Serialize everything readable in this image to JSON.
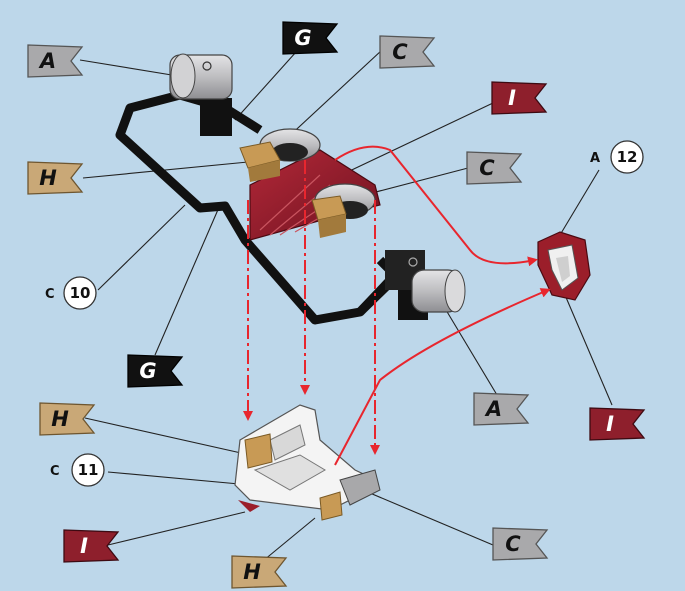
{
  "colors": {
    "background": "#bdd7ea",
    "flag_gray": "#a9a9ab",
    "flag_black": "#111111",
    "flag_tan": "#c9a877",
    "flag_red": "#8e1f2c",
    "arrow_red": "#e8262e",
    "part_red": "#9b1e2a",
    "part_gray": "#c9c9cb",
    "part_tan": "#c89a55",
    "part_white": "#f4f4f4"
  },
  "flags": [
    {
      "letter": "A",
      "style": "gray"
    },
    {
      "letter": "G",
      "style": "black"
    },
    {
      "letter": "C",
      "style": "gray"
    },
    {
      "letter": "I",
      "style": "red"
    },
    {
      "letter": "H",
      "style": "tan"
    },
    {
      "letter": "C",
      "style": "gray"
    },
    {
      "letter": "G",
      "style": "black"
    },
    {
      "letter": "A",
      "style": "gray"
    },
    {
      "letter": "H",
      "style": "tan"
    },
    {
      "letter": "I",
      "style": "red"
    },
    {
      "letter": "I",
      "style": "red"
    },
    {
      "letter": "H",
      "style": "tan"
    },
    {
      "letter": "C",
      "style": "gray"
    }
  ],
  "callouts": [
    {
      "prefix": "C",
      "number": "10"
    },
    {
      "prefix": "C",
      "number": "11"
    },
    {
      "prefix": "A",
      "number": "12"
    }
  ]
}
